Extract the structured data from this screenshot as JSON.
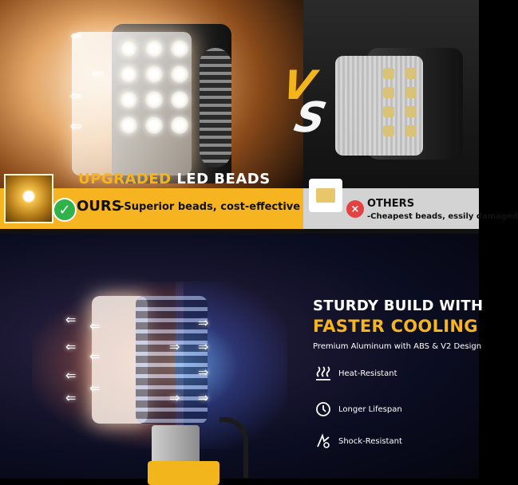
{
  "top": {
    "vs_v": "V",
    "vs_s": "S",
    "upgraded_highlight": "UPGRADED",
    "upgraded_rest": " LED BEADS",
    "ours_label": "OURS",
    "ours_desc": "-Superior beads, cost-effective",
    "others_label": "OTHERS",
    "others_desc": "-Cheapest beads, essily damaged",
    "check_icon": "✓",
    "x_icon": "×"
  },
  "bottom": {
    "heading_line1": "STURDY BUILD WITH",
    "heading_line2": "FASTER COOLING",
    "subheading": "Premium Aluminum with ABS & V2 Design",
    "features": [
      {
        "icon": "heat-resistant-icon",
        "label": "Heat-Resistant"
      },
      {
        "icon": "lifespan-icon",
        "label": "Longer Lifespan"
      },
      {
        "icon": "shock-resistant-icon",
        "label": "Shock-Resistant"
      }
    ]
  },
  "colors": {
    "accent": "#f6b520",
    "others_band": "#d3d3d3",
    "check_green": "#2fb24a",
    "x_red": "#e34242"
  }
}
